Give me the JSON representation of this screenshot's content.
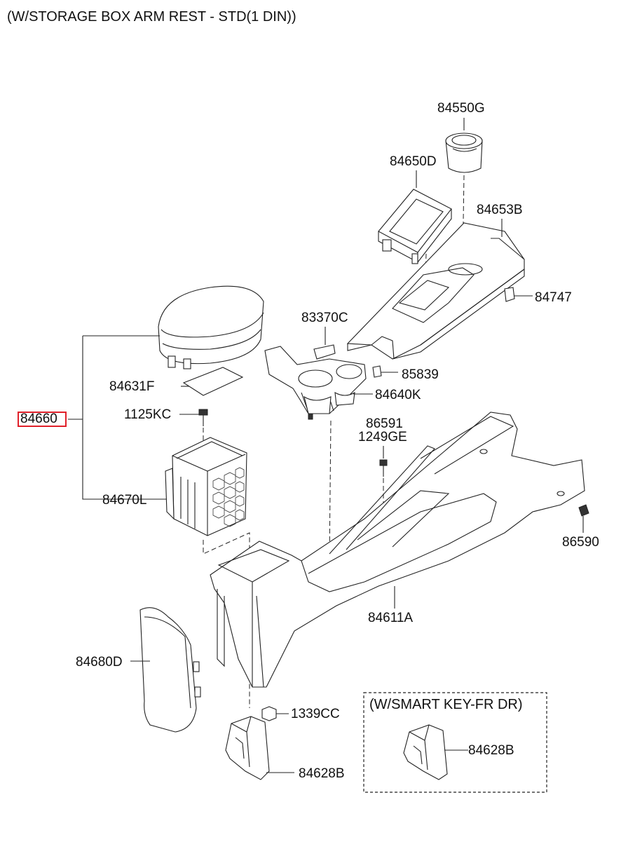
{
  "title": "(W/STORAGE BOX ARM REST - STD(1 DIN))",
  "option_box_title": "(W/SMART KEY-FR DR)",
  "highlight_color": "#e0202a",
  "selected_part": "84660",
  "parts": {
    "p84550G": "84550G",
    "p84650D": "84650D",
    "p84653B": "84653B",
    "p84747": "84747",
    "p83370C": "83370C",
    "p85839": "85839",
    "p84631F": "84631F",
    "p84640K": "84640K",
    "p1125KC": "1125KC",
    "p86591": "86591",
    "p1249GE": "1249GE",
    "p84670L": "84670L",
    "p86590": "86590",
    "p84611A": "84611A",
    "p84680D": "84680D",
    "p1339CC": "1339CC",
    "p84628B": "84628B",
    "p84628B_opt": "84628B"
  }
}
